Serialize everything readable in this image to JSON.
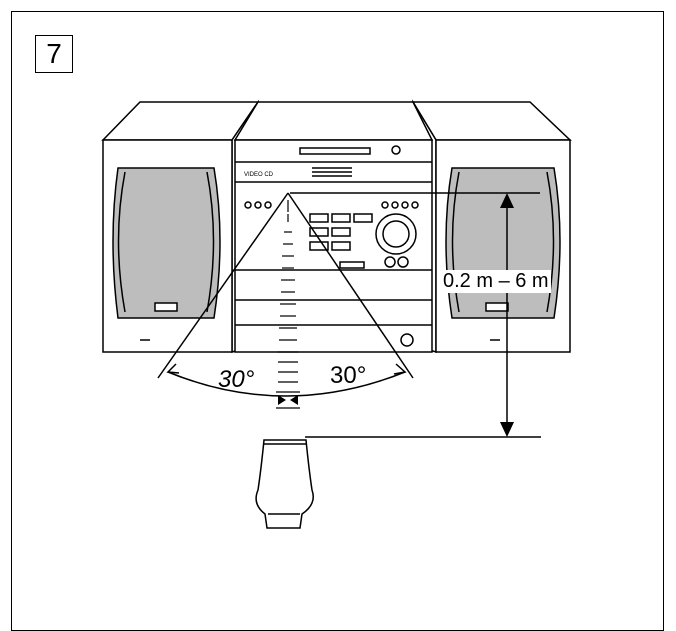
{
  "step": {
    "number": "7"
  },
  "system": {
    "front_panel_text": "VIDEO CD"
  },
  "annotations": {
    "distance": "0.2 m – 6 m",
    "angle_left": "30°",
    "angle_right": "30°"
  },
  "colors": {
    "line": "#000000",
    "grille": "#bdbdbd",
    "background": "#ffffff"
  }
}
